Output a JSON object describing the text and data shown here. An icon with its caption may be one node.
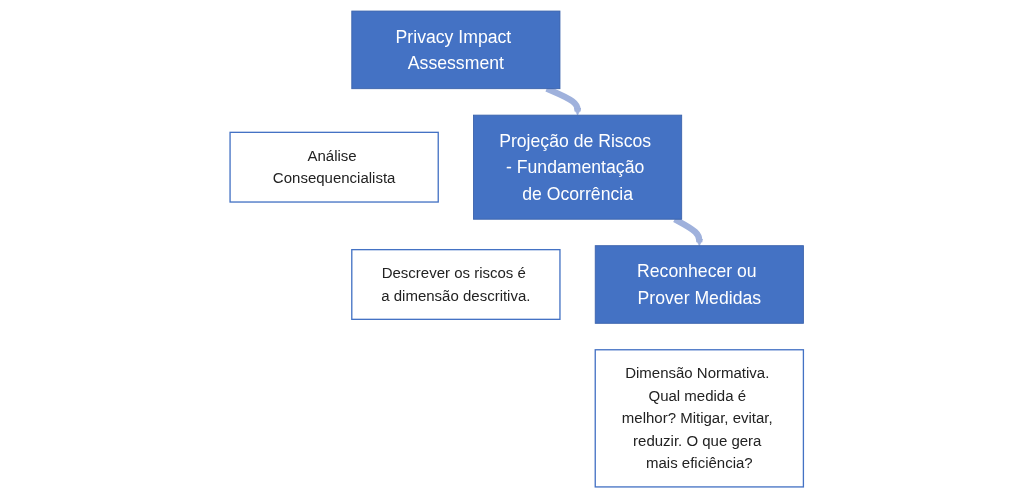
{
  "diagram": {
    "nodes": [
      {
        "text": [
          "Privacy Impact Assessment"
        ]
      },
      {
        "text": [
          "Análise Consequencialista"
        ]
      },
      {
        "text": [
          "Projeção de Riscos - Fundamentação de Ocorrência"
        ]
      },
      {
        "text": [
          "Descrever os riscos é a dimensão descritiva."
        ]
      },
      {
        "text": [
          "Reconhecer ou Prover Medidas"
        ]
      },
      {
        "text": [
          "Dimensão Normativa. Qual medida é melhor? Mitigar, evitar, reduzir. O que gera mais eficiência?"
        ]
      }
    ],
    "edges": [
      {
        "from": 0,
        "to": 2,
        "arrow": "to"
      },
      {
        "from": 2,
        "to": 4,
        "arrow": "to"
      }
    ]
  }
}
